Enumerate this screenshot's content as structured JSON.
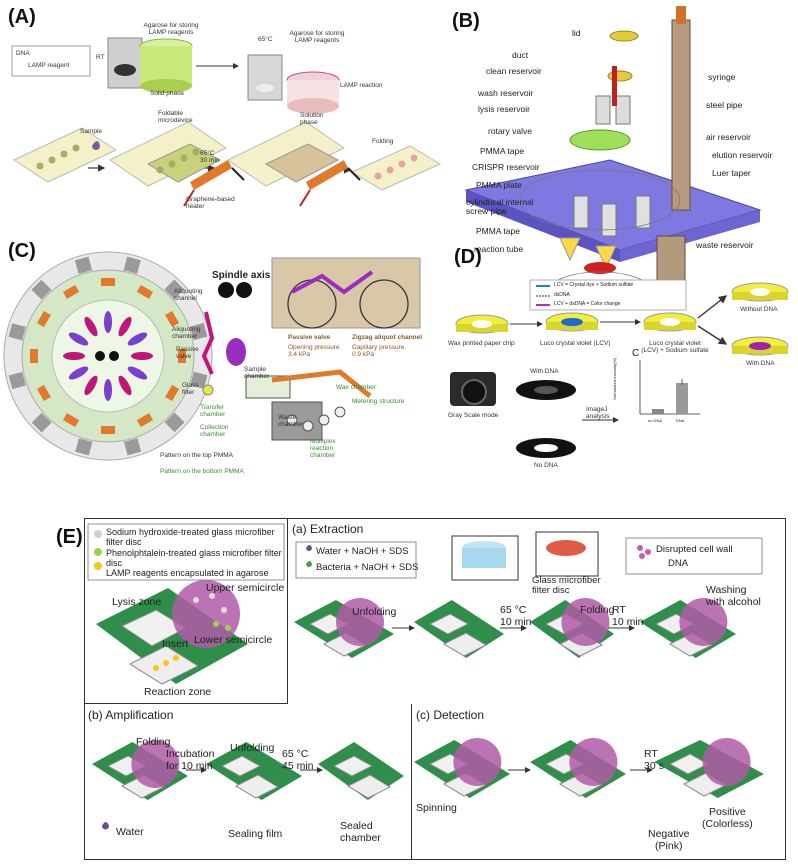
{
  "panels": {
    "a": {
      "label": "(A)",
      "legend": [
        "DNA",
        "LAMP reagent"
      ],
      "rt": "RT",
      "agarose_storing_1": "Agarose for storing LAMP reagents",
      "solid_phase": "Solid phase",
      "temp_65": "65°C",
      "agarose_storing_2": "Agarose for storing LAMP reagents",
      "lamp_reaction": "LAMP reaction",
      "solution_phase": "Solution phase",
      "sample": "Sample",
      "foldable": "Foldable microdevice",
      "heat_cond": "65°C\n30 min",
      "heater": "Graphene-based heater",
      "folding": "Folding"
    },
    "b": {
      "label": "(B)",
      "labels": [
        "lid",
        "duct",
        "clean reservoir",
        "wash reservoir",
        "lysis reservoir",
        "rotary valve",
        "PMMA tape",
        "CRISPR reservoir",
        "PMMA plate",
        "cylindrical internal screw pipe",
        "PMMA tape",
        "reaction tube",
        "syringe",
        "steel pipe",
        "air reservoir",
        "elution reservoir",
        "Luer taper",
        "waste reservoir"
      ]
    },
    "c": {
      "label": "(C)",
      "spindle": "Spindle axis",
      "aliquoting_channel": "Aliquoting channel",
      "aliquoting_chamber": "Aliquoting chamber",
      "passive_valve": "Passive valve",
      "sample_chamber": "Sample chamber",
      "glass_filter": "Glass filter",
      "transfer_chamber": "Transfer chamber",
      "collection_chamber": "Collection chamber",
      "waste_chamber": "Waste chamber",
      "wax_chamber": "Wax chamber",
      "metering": "Metering structure",
      "multiplex": "Multiplex reaction chamber",
      "top_pmma": "Pattern on the top PMMA",
      "bottom_pmma": "Pattern on the bottom PMMA",
      "pv_title": "Passive valve",
      "pv_value": "Opening pressure\n3.4 kPa",
      "zz_title": "Zigzag aliquot channel",
      "zz_value": "Capillary pressure\n0.9 kPa"
    },
    "d": {
      "label": "(D)",
      "legend": [
        "LCV = Crystal dye + Sodium sulfate",
        "dsDNA",
        "LCV + dsDNA = Color change"
      ],
      "wax_chip": "Wax printed paper chip",
      "lcv": "Luco crystal violet (LCV)",
      "lcv_sulfate": "Luco crystal violet (LCV) + Sodium sulfate",
      "without_dna": "Without DNA",
      "with_dna_right": "With DNA",
      "with_dna": "With DNA",
      "no_dna": "No DNA",
      "gray_scale": "Gray Scale mode",
      "imagej": "ImageJ analysis",
      "sub_label": "C",
      "chart_ylabel": "Normalized intensity(%)",
      "chart_categories": [
        "no DNA",
        "DNA"
      ]
    },
    "e": {
      "label": "(E)",
      "legend": [
        "Sodium hydroxide-treated glass microfiber filter disc",
        "Phenolphtalein-treated glass microfiber filter disc",
        "LAMP reagents encapsulated in agarose"
      ],
      "lysis_zone": "Lysis zone",
      "upper": "Upper semicircle",
      "insert": "Insert",
      "lower": "Lower semicircle",
      "reaction_zone": "Reaction zone",
      "extraction": "(a) Extraction",
      "water_mix": "Water + NaOH + SDS",
      "bacteria_mix": "Bacteria + NaOH + SDS",
      "disrupted": "Disrupted cell wall",
      "dna": "DNA",
      "glass_disc": "Glass microfiber filter disc",
      "unfolding_1": "Unfolding",
      "ext_temp": "65 °C\n10 min",
      "folding_1": "Folding",
      "rt_10": "RT\n10 min",
      "washing": "Washing\nwith alcohol",
      "amplification": "(b) Amplification",
      "folding_2": "Folding",
      "incubation": "Incubation\nfor 10 min",
      "unfolding_2": "Unfolding",
      "amp_temp": "65 °C\n45 min",
      "sealing": "Sealing film",
      "sealed": "Sealed\nchamber",
      "water": "Water",
      "detection": "(c) Detection",
      "rt_30": "RT\n30 s",
      "spinning": "Spinning",
      "positive": "Positive\n(Colorless)",
      "negative": "Negative\n(Pink)"
    }
  },
  "colors": {
    "green_board": "#2f8f4a",
    "purple_disc": "#b05aa6",
    "pcb_yellow": "#f4f0c8",
    "orange": "#e07a2a",
    "magenta": "#c0157a",
    "grey_disc": "#d9d9d9",
    "plate_blue": "#7f78e0",
    "chip_yellow": "#f2ee3c"
  }
}
